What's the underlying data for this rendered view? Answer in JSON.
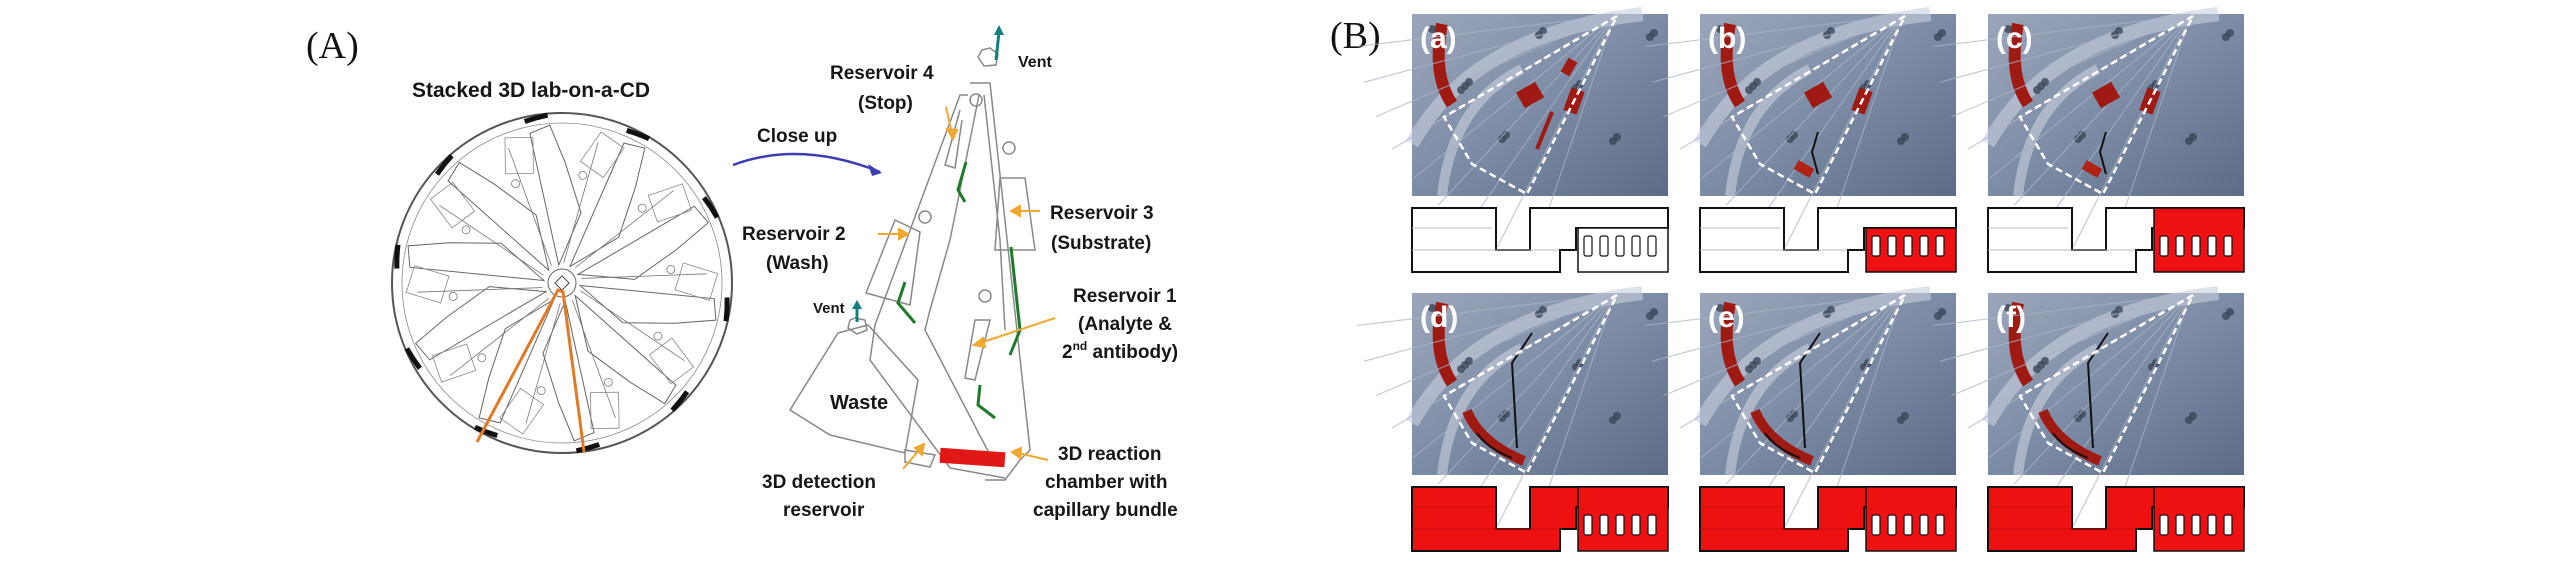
{
  "figure": {
    "panel_a": {
      "label": "(A)",
      "cd_title": "Stacked 3D lab-on-a-CD",
      "close_up_label": "Close up",
      "annotations": {
        "vent_top": "Vent",
        "vent_waste": "Vent",
        "reservoir4_line1": "Reservoir 4",
        "reservoir4_line2": "(Stop)",
        "reservoir2_line1": "Reservoir 2",
        "reservoir2_line2": "(Wash)",
        "reservoir3_line1": "Reservoir 3",
        "reservoir3_line2": "(Substrate)",
        "reservoir1_line1": "Reservoir 1",
        "reservoir1_line2": "(Analyte &",
        "reservoir1_line3_pre": "2",
        "reservoir1_line3_sup": "nd",
        "reservoir1_line3_post": " antibody)",
        "waste": "Waste",
        "detection_line1": "3D detection",
        "detection_line2": "reservoir",
        "reaction_line1": "3D reaction",
        "reaction_line2": "chamber with",
        "reaction_line3": "capillary bundle"
      },
      "colors": {
        "orange_sector": "#e07a26",
        "arrow_orange": "#f0a830",
        "close_up_arrow": "#3c3cb4",
        "vent_arrow": "#0f7f7f",
        "valve_green": "#1f7a2a",
        "reaction_red": "#e01818"
      }
    },
    "panel_b": {
      "label": "(B)",
      "frames": [
        {
          "tag": "(a)",
          "fill_stage": 0
        },
        {
          "tag": "(b)",
          "fill_stage": 1
        },
        {
          "tag": "(c)",
          "fill_stage": 2
        },
        {
          "tag": "(d)",
          "fill_stage": 3
        },
        {
          "tag": "(e)",
          "fill_stage": 3
        },
        {
          "tag": "(f)",
          "fill_stage": 3
        }
      ],
      "colors": {
        "photo_bg": "#8c9ab0",
        "photo_dark": "#5f6e86",
        "liquid_red": "#9e1a12",
        "schematic_red": "#ee1111",
        "dashed_white": "#ffffff"
      }
    }
  }
}
